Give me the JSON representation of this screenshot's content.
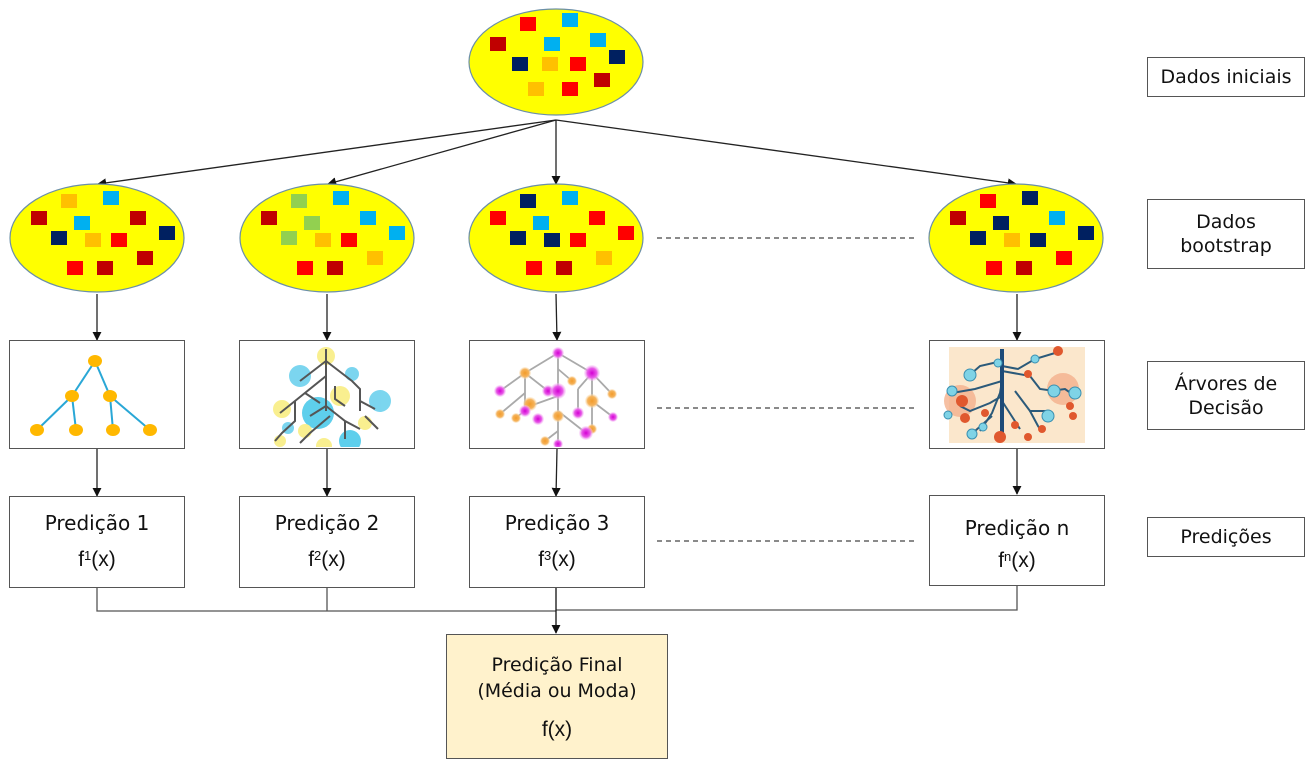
{
  "title": "Random Forest - Bagging diagram",
  "stage_labels": {
    "initial_data": "Dados iniciais",
    "bootstrap_data_line1": "Dados",
    "bootstrap_data_line2": "bootstrap",
    "decision_trees_line1": "Árvores de",
    "decision_trees_line2": "Decisão",
    "predictions": "Predições"
  },
  "colors": {
    "ellipse_fill": "#ffff00",
    "ellipse_stroke": "#6b8fa8",
    "final_box_fill": "#fff2cc",
    "square_red": "#ff0000",
    "square_darkred": "#c00000",
    "square_cyan": "#00b0f0",
    "square_navy": "#002060",
    "square_orange": "#ffc000",
    "square_green": "#92d050"
  },
  "initial_dataset": {
    "squares": [
      "red",
      "cyan",
      "darkred",
      "cyan",
      "cyan",
      "navy",
      "orange",
      "red",
      "navy",
      "orange",
      "red",
      "darkred"
    ]
  },
  "bootstrap_samples": [
    {
      "id": "1",
      "squares": [
        "orange",
        "cyan",
        "darkred",
        "darkred",
        "cyan",
        "navy",
        "orange",
        "red",
        "navy",
        "red",
        "darkred",
        "darkred"
      ]
    },
    {
      "id": "2",
      "squares": [
        "green",
        "cyan",
        "darkred",
        "cyan",
        "green",
        "green",
        "orange",
        "red",
        "cyan",
        "red",
        "darkred",
        "orange"
      ]
    },
    {
      "id": "3",
      "squares": [
        "navy",
        "cyan",
        "red",
        "red",
        "cyan",
        "navy",
        "navy",
        "red",
        "red",
        "red",
        "darkred",
        "orange"
      ]
    },
    {
      "id": "n",
      "squares": [
        "red",
        "navy",
        "darkred",
        "cyan",
        "navy",
        "navy",
        "orange",
        "navy",
        "navy",
        "red",
        "darkred",
        "red"
      ]
    }
  ],
  "trees": [
    {
      "id": "1",
      "style": "orange-simple"
    },
    {
      "id": "2",
      "style": "yellow-cyan-branches"
    },
    {
      "id": "3",
      "style": "magenta-orange-nodes"
    },
    {
      "id": "n",
      "style": "blue-trunk-beige"
    }
  ],
  "predictions": [
    {
      "title": "Predição 1",
      "f_base": "f",
      "f_sup": "1",
      "f_arg": "(x)"
    },
    {
      "title": "Predição 2",
      "f_base": "f",
      "f_sup": "2",
      "f_arg": "(x)"
    },
    {
      "title": "Predição 3",
      "f_base": "f",
      "f_sup": "3",
      "f_arg": "(x)"
    },
    {
      "title": "Predição n",
      "f_base": "f",
      "f_sup": "n",
      "f_arg": "(x)"
    }
  ],
  "final_prediction": {
    "line1": "Predição Final",
    "line2": "(Média ou Moda)",
    "formula": "f(x)"
  }
}
